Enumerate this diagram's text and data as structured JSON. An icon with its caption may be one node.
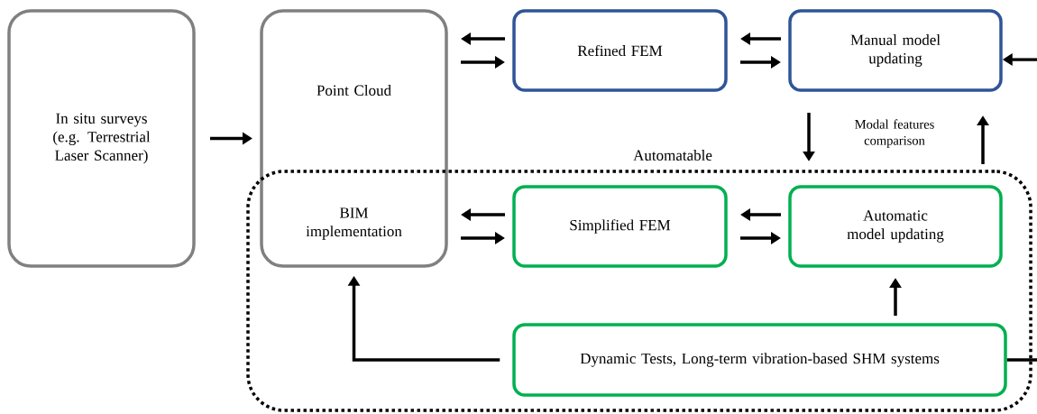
{
  "diagram": {
    "nodes": [
      {
        "text": [
          "In situ surveys (e.g. Terrestrial Laser Scanner)"
        ]
      },
      {
        "text": [
          "Point Cloud",
          "BIM implementation"
        ]
      },
      {
        "text": [
          "Refined FEM"
        ]
      },
      {
        "text": [
          "Manual model updating"
        ]
      },
      {
        "text": [
          "Automatable"
        ]
      },
      {
        "text": [
          "Simplified FEM"
        ],
        "in": 4
      },
      {
        "text": [
          "Automatic model updating"
        ],
        "in": 4
      },
      {
        "text": [
          "Dynamic Tests, Long-term vibration-based SHM systems"
        ],
        "in": 4
      }
    ],
    "edges": [
      {
        "from": 0,
        "to": 1,
        "arrow": "to"
      },
      {
        "from": 2,
        "to": 1,
        "arrow": "to"
      },
      {
        "from": 1,
        "to": 2,
        "arrow": "to"
      },
      {
        "from": 3,
        "to": 2,
        "arrow": "to"
      },
      {
        "from": 2,
        "to": 3,
        "arrow": "to"
      },
      {
        "from": null,
        "to": 3,
        "arrow": "to"
      },
      {
        "from": 3,
        "to": 6,
        "arrow": "to"
      },
      {
        "from": 6,
        "to": 3,
        "arrow": "to"
      },
      {
        "from": 5,
        "to": 1,
        "arrow": "to"
      },
      {
        "from": 1,
        "to": 5,
        "arrow": "to"
      },
      {
        "from": 6,
        "to": 5,
        "arrow": "to"
      },
      {
        "from": 5,
        "to": 6,
        "arrow": "to"
      },
      {
        "from": 7,
        "to": 6,
        "arrow": "to"
      },
      {
        "from": 7,
        "to": 1,
        "arrow": "to"
      },
      {
        "from": 7,
        "to": null,
        "arrow": "none"
      }
    ],
    "labels": [
      "Modal features comparison"
    ]
  }
}
